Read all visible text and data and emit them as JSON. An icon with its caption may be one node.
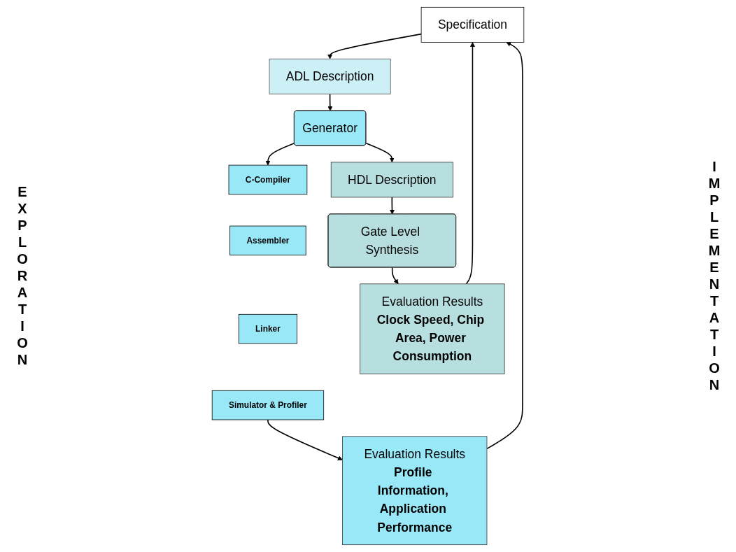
{
  "diagram": {
    "nodes": [
      {
        "text": [
          "Specification"
        ]
      },
      {
        "text": [
          "ADL Description"
        ]
      },
      {
        "text": [
          "Generator"
        ]
      },
      {
        "text": [
          "C-Compiler"
        ]
      },
      {
        "text": [
          "Assembler"
        ]
      },
      {
        "text": [
          "Linker"
        ]
      },
      {
        "text": [
          "Simulator & Profiler"
        ]
      },
      {
        "text": [
          "HDL Description"
        ]
      },
      {
        "text": [
          "Gate Level Synthesis"
        ]
      },
      {
        "text": [
          "Evaluation Results",
          "Profile Information, Application Performance"
        ]
      },
      {
        "text": [
          "Evaluation Results",
          "Clock Speed, Chip Area, Power Consumption"
        ]
      }
    ],
    "edges": [
      {
        "from": 0,
        "to": 1,
        "arrow": "to"
      },
      {
        "from": 1,
        "to": 2,
        "arrow": "to"
      },
      {
        "from": 2,
        "to": 3,
        "arrow": "to"
      },
      {
        "from": 2,
        "to": 7,
        "arrow": "to"
      },
      {
        "from": 6,
        "to": 9,
        "arrow": "to"
      },
      {
        "from": 7,
        "to": 8,
        "arrow": "to"
      },
      {
        "from": 8,
        "to": 10,
        "arrow": "to"
      },
      {
        "from": 9,
        "to": 0,
        "arrow": "to"
      },
      {
        "from": 10,
        "to": 0,
        "arrow": "to"
      }
    ],
    "labels": [
      "EXPLORATION",
      "IMPLEMENTATION"
    ]
  }
}
